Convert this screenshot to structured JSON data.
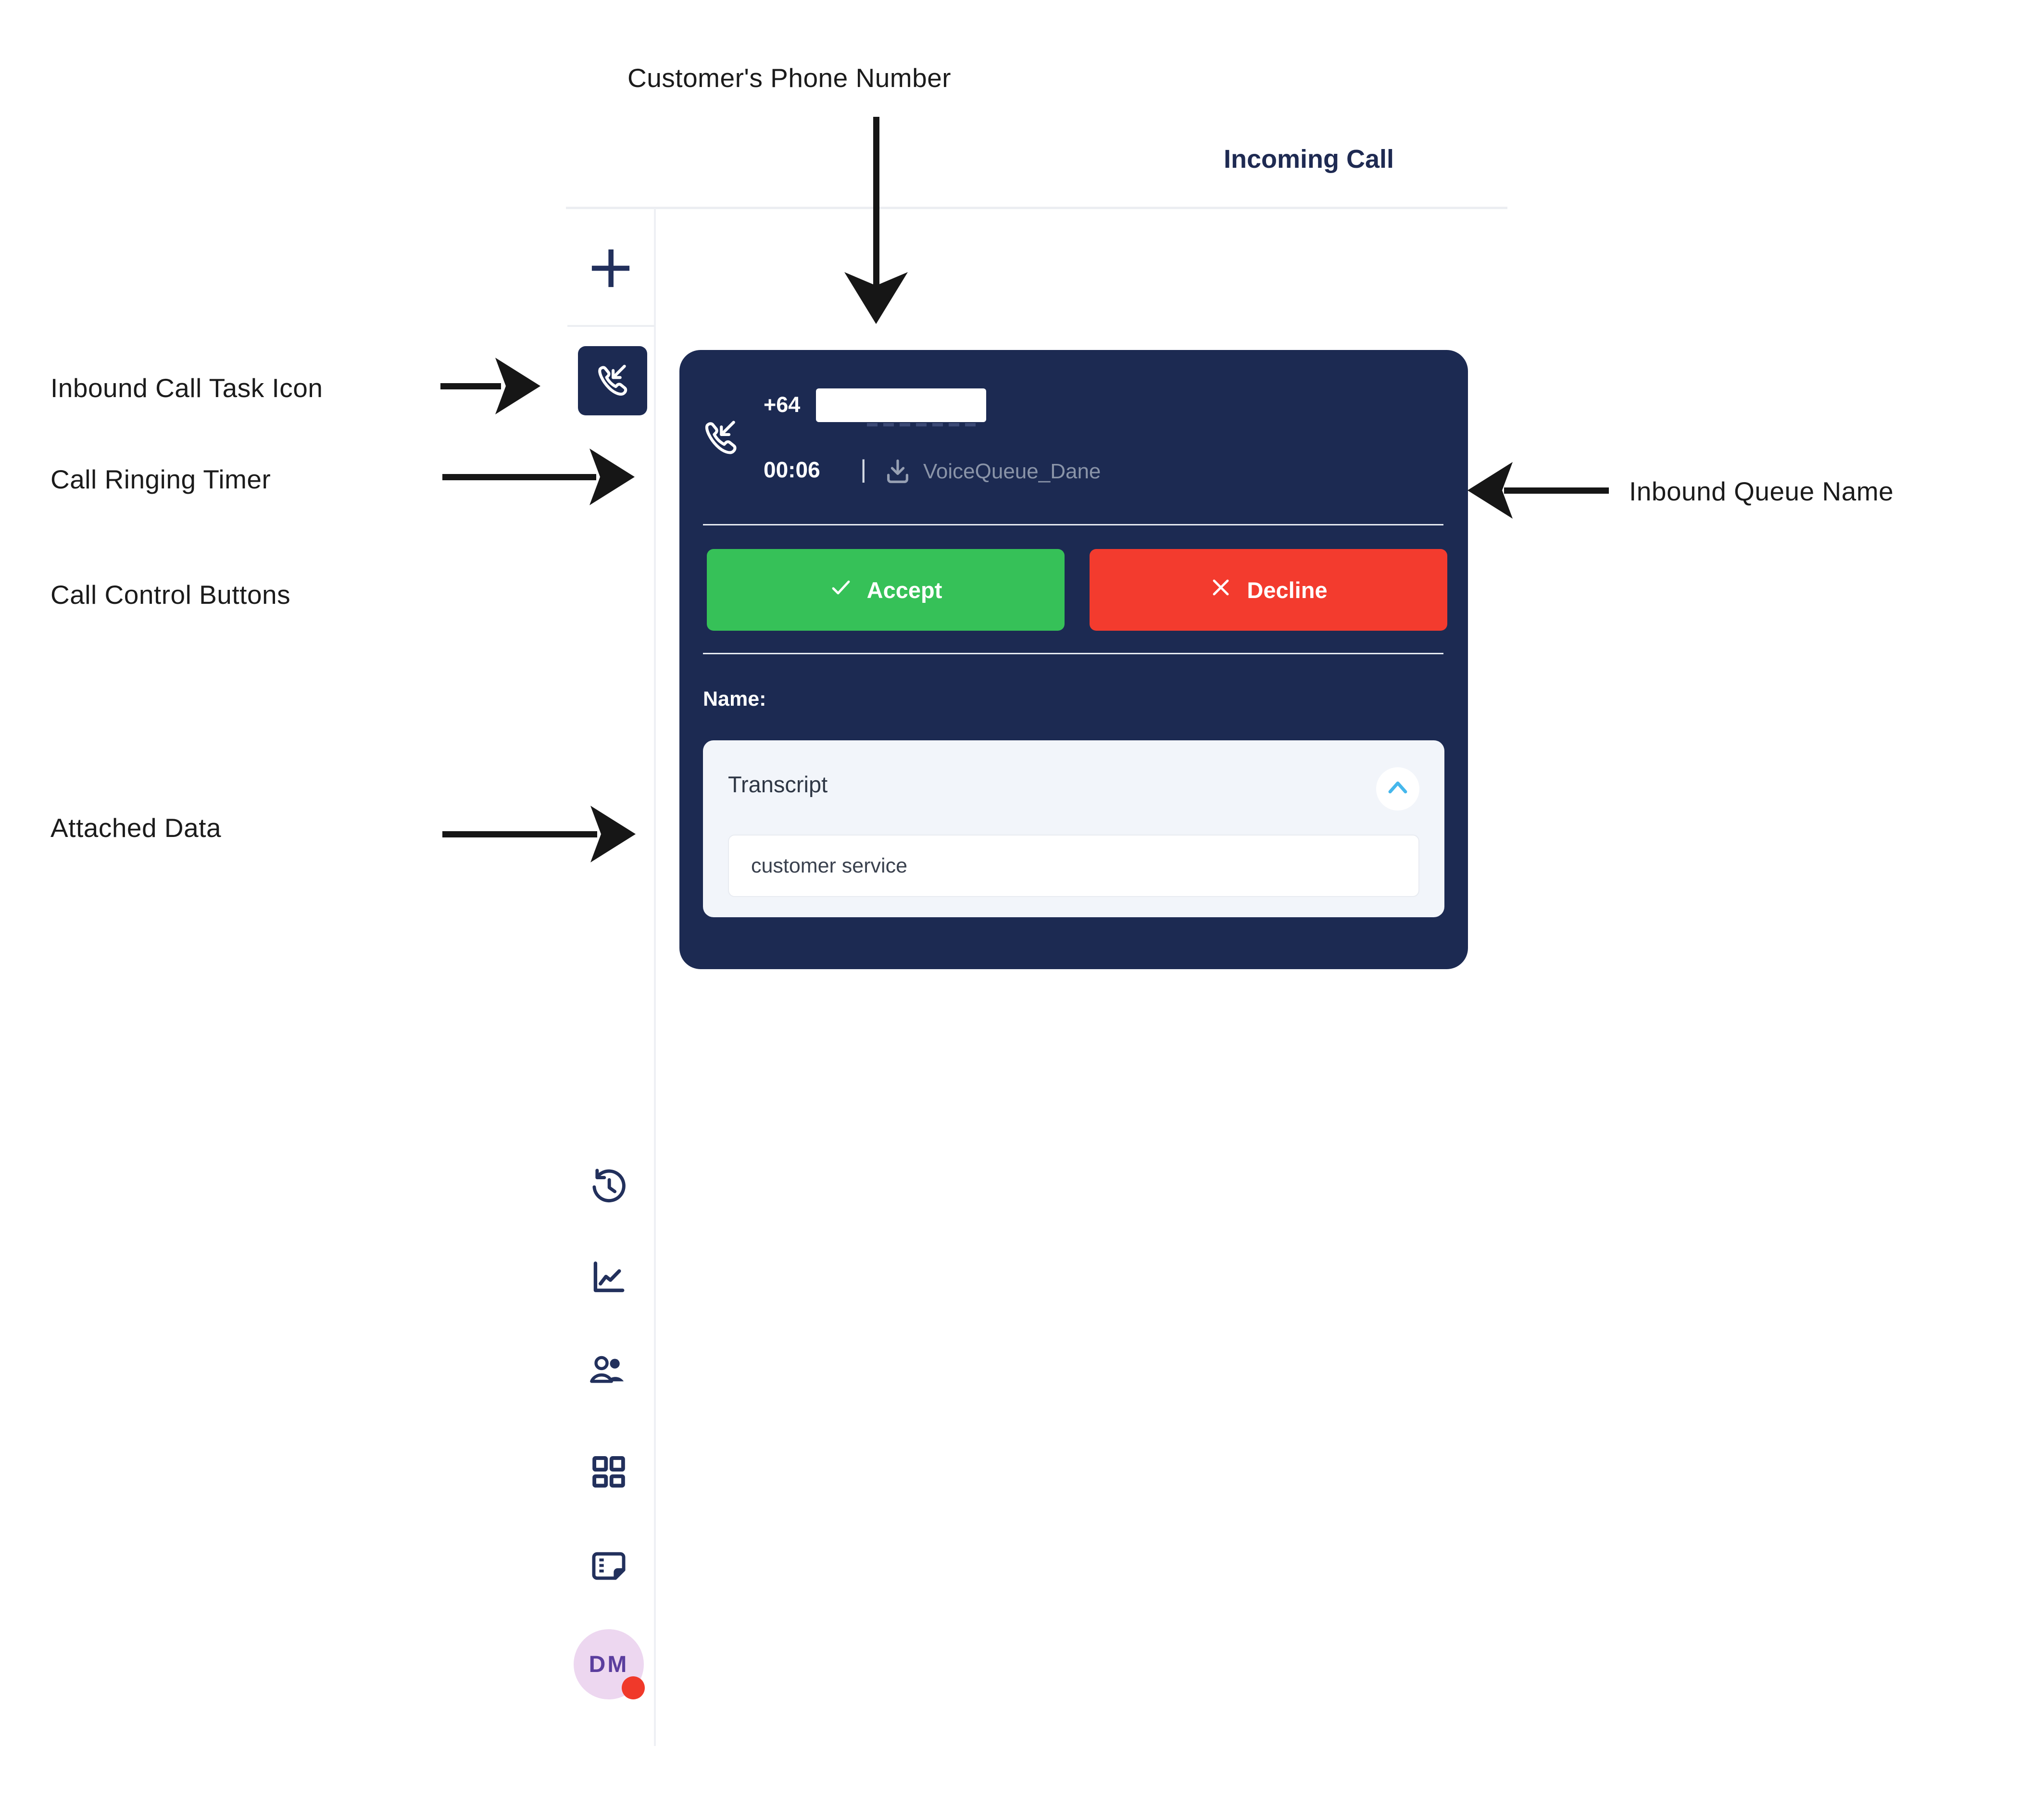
{
  "header": {
    "title": "Incoming Call"
  },
  "annotations": {
    "customer_phone_number": "Customer's Phone Number",
    "inbound_call_task_icon": "Inbound Call Task Icon",
    "call_ringing_timer": "Call Ringing Timer",
    "call_control_buttons": "Call Control Buttons",
    "attached_data": "Attached Data",
    "inbound_queue_name": "Inbound Queue Name"
  },
  "sidebar": {
    "add_task_icon": "plus-icon",
    "active_task_icon": "inbound-call-icon",
    "nav_icons": [
      "history-icon",
      "stats-icon",
      "agents-icon",
      "queues-icon",
      "notes-icon"
    ],
    "avatar": {
      "initials": "DM"
    }
  },
  "call_card": {
    "phone_number_prefix": "+64",
    "ringing_timer": "00:06",
    "separator": "|",
    "queue_icon": "download-queue-icon",
    "queue_name": "VoiceQueue_Dane",
    "accept_button": "Accept",
    "decline_button": "Decline",
    "name_label": "Name:",
    "attached_data": {
      "field_title": "Transcript",
      "field_value": "customer service"
    }
  },
  "colors": {
    "card_navy": "#1C2A52",
    "accept_green": "#36C158",
    "decline_red": "#F33B2E",
    "queue_text_gray": "#8A94A8",
    "chevron_blue": "#45B7EC",
    "avatar_pink": "#EDD7F0",
    "avatar_text_purple": "#5B3E9E",
    "status_dot_red": "#F0392A"
  }
}
